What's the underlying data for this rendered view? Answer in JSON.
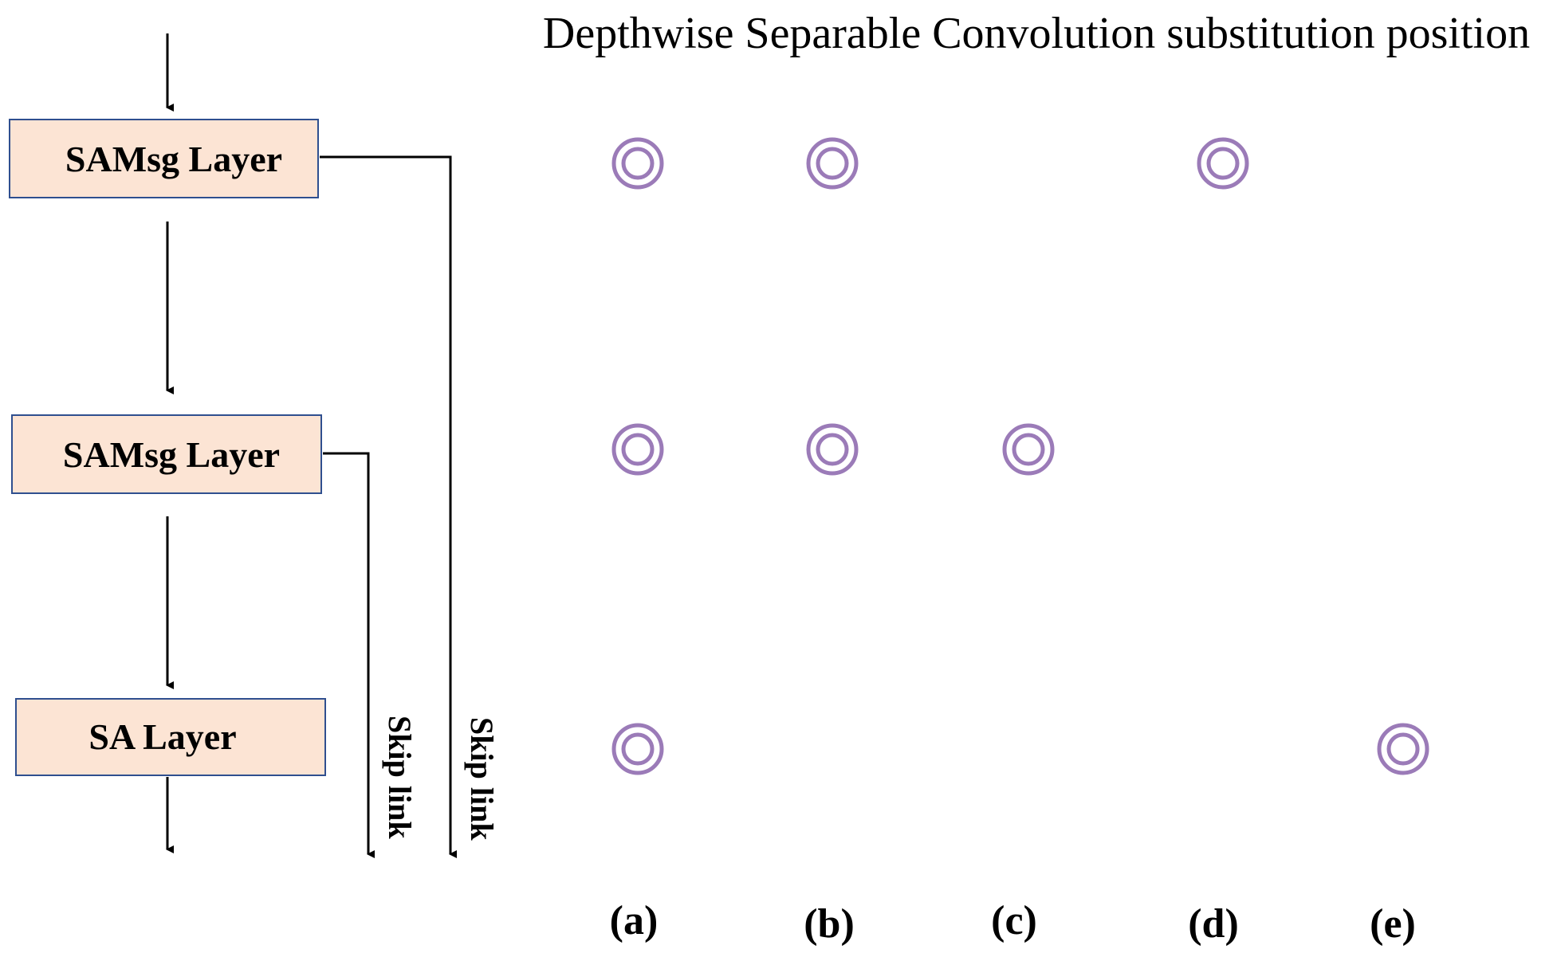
{
  "title": "Depthwise Separable Convolution substitution position",
  "layers": [
    {
      "label": "SAMsg Layer"
    },
    {
      "label": "SAMsg Layer"
    },
    {
      "label": "SA Layer"
    }
  ],
  "skip_links": [
    {
      "label": "Skip link"
    },
    {
      "label": "Skip link"
    }
  ],
  "columns": [
    {
      "label": "(a)",
      "marked_layers": [
        1,
        2,
        3
      ]
    },
    {
      "label": "(b)",
      "marked_layers": [
        1,
        2
      ]
    },
    {
      "label": "(c)",
      "marked_layers": [
        2
      ]
    },
    {
      "label": "(d)",
      "marked_layers": [
        1
      ]
    },
    {
      "label": "(e)",
      "marked_layers": [
        3
      ]
    }
  ],
  "colors": {
    "layer_fill": "#fce4d4",
    "layer_border": "#2f4f8f",
    "marker": "#9b7bb8",
    "line": "#000000"
  }
}
